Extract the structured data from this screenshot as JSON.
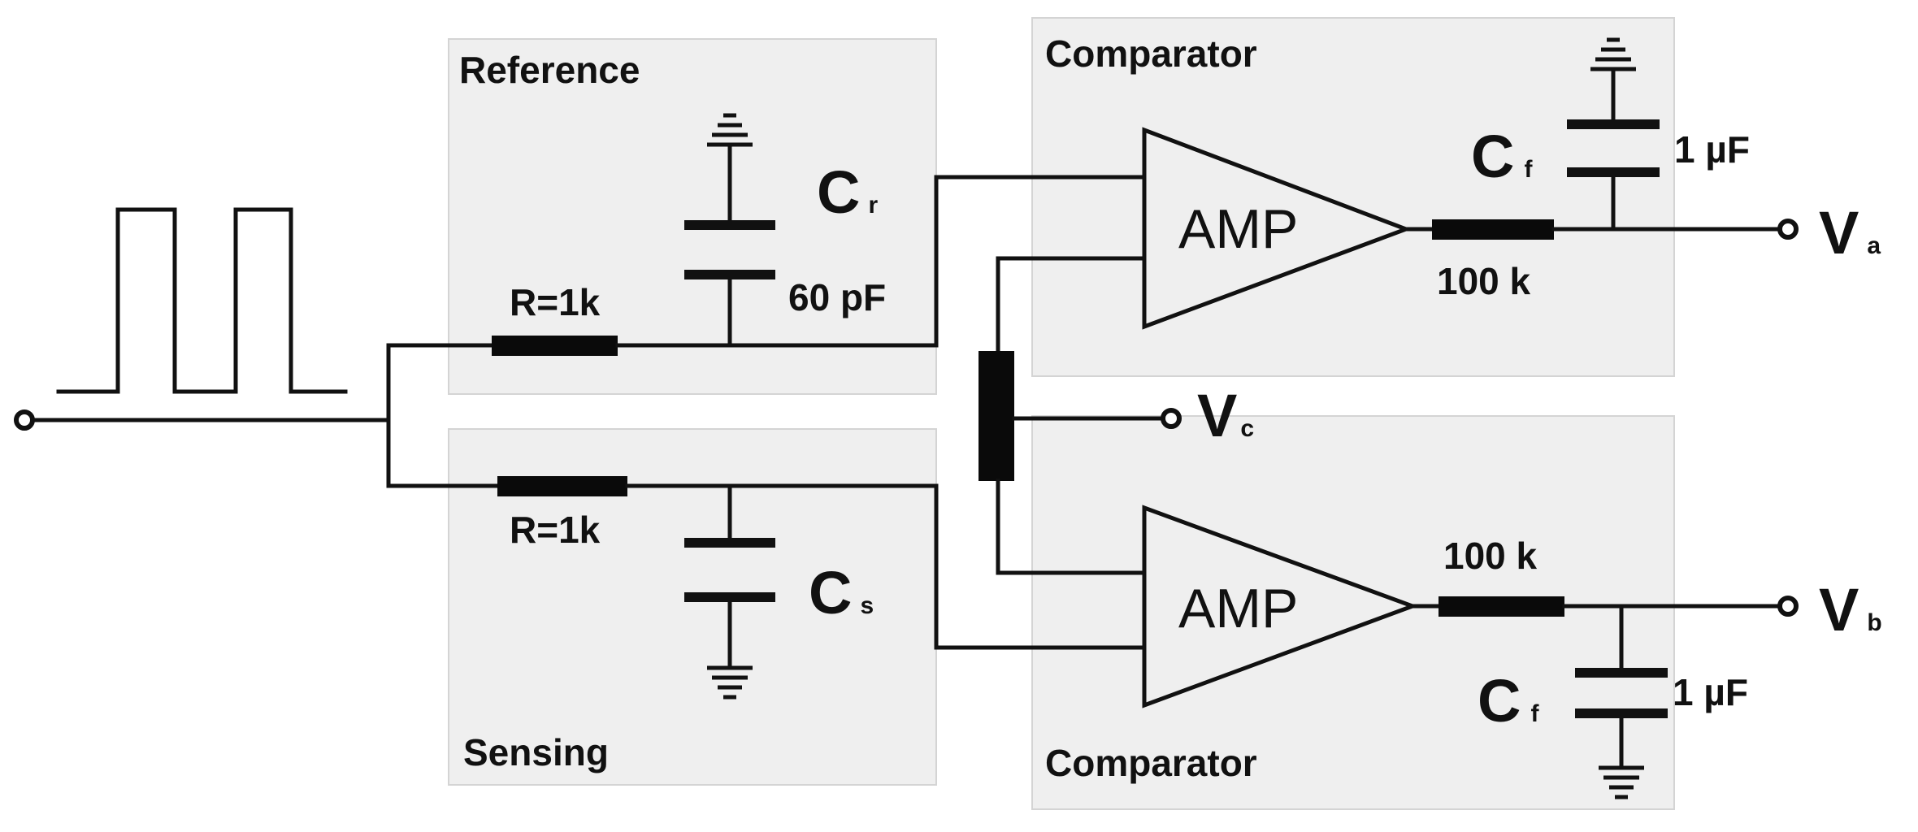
{
  "blocks": {
    "reference": "Reference",
    "sensing": "Sensing",
    "comparator_top": "Comparator",
    "comparator_bottom": "Comparator"
  },
  "components": {
    "r_ref": "R=1k",
    "r_sense": "R=1k",
    "cr_symbol": "C",
    "cr_sub": "r",
    "cr_value": "60 pF",
    "cs_symbol": "C",
    "cs_sub": "s",
    "amp_top": "AMP",
    "amp_bottom": "AMP",
    "r_out_top": "100 k",
    "r_out_bottom": "100 k",
    "cf_top_symbol": "C",
    "cf_top_sub": "f",
    "cf_top_value": "1 µF",
    "cf_bottom_symbol": "C",
    "cf_bottom_sub": "f",
    "cf_bottom_value": "1 µF"
  },
  "outputs": {
    "va_symbol": "V",
    "va_sub": "a",
    "vb_symbol": "V",
    "vb_sub": "b",
    "vc_symbol": "V",
    "vc_sub": "c"
  }
}
